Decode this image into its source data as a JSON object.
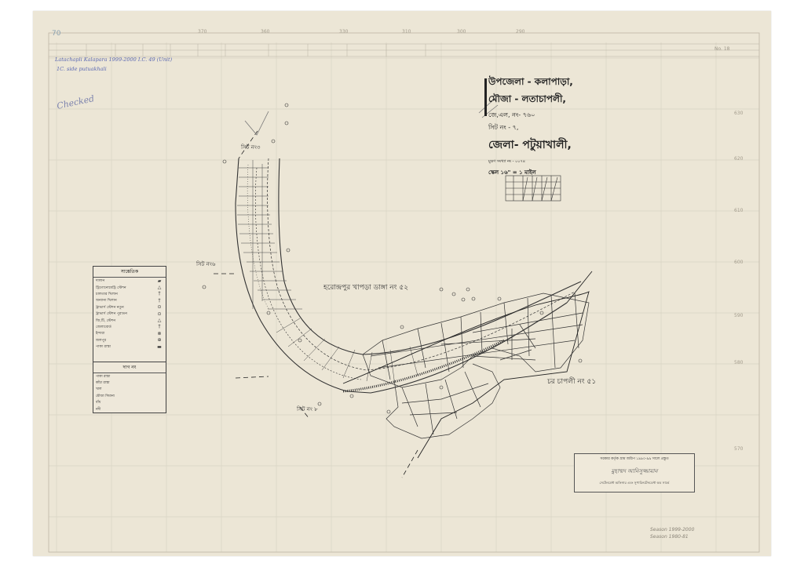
{
  "sheet_ref": "70",
  "sheet_no_right": "No. 18",
  "title_block": {
    "upazila": "উপজেলা - কলাপাড়া,",
    "mouza": "মৌজা - লতাচাপলী,",
    "jl_no": "জে,এল, নং- ৭৬০",
    "sheet_no": "সিট নং - ৭,",
    "district": "জেলা- পটুয়াখালী,",
    "print_no": "মুদ্রণ সংখ্যা নং - ০০৭৪",
    "scale": "স্কেল ১৬\" = ১ মাইল"
  },
  "map_labels": {
    "sheet3": "সিট নং৩",
    "sheet6": "সিট নং৬",
    "sheet8": "সিট নং ৮",
    "north_mouza": "হরোন্দ্রপুর খাপড়া ডাঙ্গা নং ৫২",
    "south_mouza": "চর চাপলী নং ৫১"
  },
  "legend": {
    "title": "সাঙ্কেতিক",
    "items": [
      {
        "label": "দালান",
        "symbol": "▰"
      },
      {
        "label": "ট্রিগোনোমেট্রি স্টেশন",
        "symbol": "△"
      },
      {
        "label": "চালতার খিলান",
        "symbol": "†"
      },
      {
        "label": "অন্যান্য খিলান",
        "symbol": "†"
      },
      {
        "label": "ট্রাভার্স স্টেশন নতুন",
        "symbol": "⊙"
      },
      {
        "label": "ট্রাভার্স স্টেশন পুরাতন",
        "symbol": "⊙"
      },
      {
        "label": "জি,টি, স্টেশন",
        "symbol": "△"
      },
      {
        "label": "জেলাবোর্ড",
        "symbol": "†"
      },
      {
        "label": "ইন্দারা",
        "symbol": "⊗"
      },
      {
        "label": "জলপুর",
        "symbol": "⊕"
      },
      {
        "label": "পাকা রাস্তা",
        "symbol": "▬"
      }
    ]
  },
  "plot_legend": {
    "title": "দাগ নং",
    "items": [
      {
        "label": "পাকা রাস্তা",
        "value": ""
      },
      {
        "label": "কাঁচা রাস্তা",
        "value": ""
      },
      {
        "label": "খাল",
        "value": ""
      },
      {
        "label": "মৌজা সিমানা",
        "value": ""
      },
      {
        "label": "বাঁধ",
        "value": ""
      },
      {
        "label": "নদী",
        "value": ""
      }
    ]
  },
  "certification": {
    "line1": "সরকার কর্তৃক গ্রাম জরিপ ১৯৯০-৯৯ সালে প্রস্তুত",
    "signature": "মুহাম্মদ আনিসুজ্জামান",
    "line3": "সেটেলমেন্ট অফিসার এবং সুপারিনটেনডেন্ট অব সার্ভে"
  },
  "handwriting": {
    "top_left_1": "Latachapli Kalapara 1999-2000 I.C. 49 (Unit)",
    "top_left_2": "1C. side putuakhali",
    "checked": "Checked",
    "bottom_right_1": "Season 1999-2000",
    "bottom_right_2": "Season 1980-81"
  },
  "colors": {
    "paper": "#ece6d6",
    "grid_line": "#d8d2c2",
    "ink": "#2b2b2b",
    "blue_ink": "#5a68b3"
  }
}
